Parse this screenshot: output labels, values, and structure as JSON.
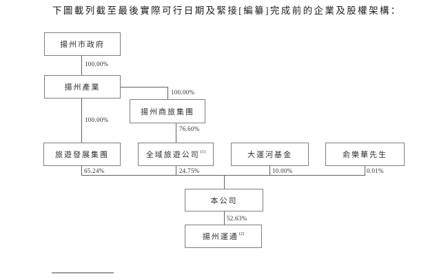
{
  "page": {
    "title": "下圖載列截至最後實際可行日期及緊接[編纂]完成前的企業及股權架構："
  },
  "diagram": {
    "type": "shareholding-structure",
    "nodes": {
      "government": {
        "label": "揚州市政府"
      },
      "industry": {
        "label": "揚州產業"
      },
      "shanglv": {
        "label": "揚州商旅集團"
      },
      "tourismdev": {
        "label": "旅遊發展集團"
      },
      "quanyu": {
        "label": "全域旅遊公司",
        "sup": "(1)"
      },
      "canalfund": {
        "label": "大運河基金"
      },
      "yulehua": {
        "label": "俞樂華先生"
      },
      "company": {
        "label": "本公司"
      },
      "yuntong": {
        "label": "揚州運通",
        "sup": "(2)"
      }
    },
    "edges": [
      {
        "from": "揚州市政府",
        "to": "揚州產業",
        "label": "100.00%"
      },
      {
        "from": "揚州產業",
        "to": "揚州商旅集團",
        "label": "100.00%"
      },
      {
        "from": "揚州產業",
        "to": "旅遊發展集團",
        "label": "100.00%"
      },
      {
        "from": "揚州商旅集團",
        "to": "全域旅遊公司(1)",
        "label": "76.60%"
      },
      {
        "from": "旅遊發展集團",
        "to": "本公司",
        "label": "65.24%"
      },
      {
        "from": "全域旅遊公司(1)",
        "to": "本公司",
        "label": "24.75%"
      },
      {
        "from": "大運河基金",
        "to": "本公司",
        "label": "10.00%"
      },
      {
        "from": "俞樂華先生",
        "to": "本公司",
        "label": "0.01%"
      },
      {
        "from": "本公司",
        "to": "揚州運通(2)",
        "label": "52.63%"
      }
    ],
    "colors": {
      "box_border": "#7d7d7d",
      "connector": "#5f5f5f",
      "text": "#2f2f2f",
      "footnote_rule": "#9c9c9c"
    }
  }
}
